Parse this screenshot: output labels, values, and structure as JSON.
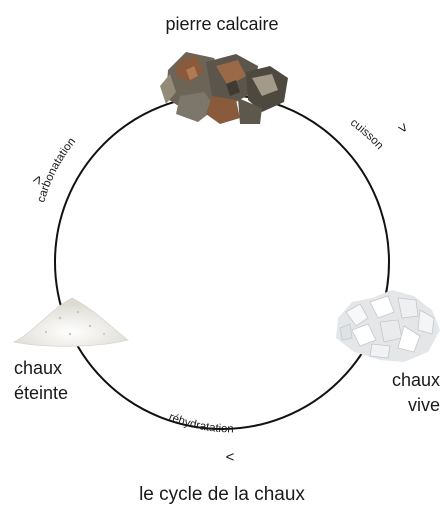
{
  "colors": {
    "cycle_line": "#111111",
    "limestone_dark": "#5e574c",
    "limestone_rust": "#8a5a3c",
    "limestone_light": "#a39a88",
    "quicklime": "#e6e8ea",
    "slaked_lime": "#f2f1ec"
  },
  "nodes": {
    "top": {
      "label": "pierre calcaire",
      "icon": "limestone-rocks-icon"
    },
    "right": {
      "label_line1": "chaux",
      "label_line2": "vive",
      "icon": "quicklime-pieces-icon"
    },
    "left": {
      "label_line1": "chaux",
      "label_line2": "éteinte",
      "icon": "slaked-lime-powder-icon"
    }
  },
  "transitions": {
    "cuisson": {
      "label": "cuisson",
      "arrow": ">"
    },
    "rehydratation": {
      "label": "réhydratation",
      "arrow": ">"
    },
    "carbonatation": {
      "label": "carbonatation",
      "arrow": ">"
    }
  },
  "caption": "le cycle de la chaux"
}
